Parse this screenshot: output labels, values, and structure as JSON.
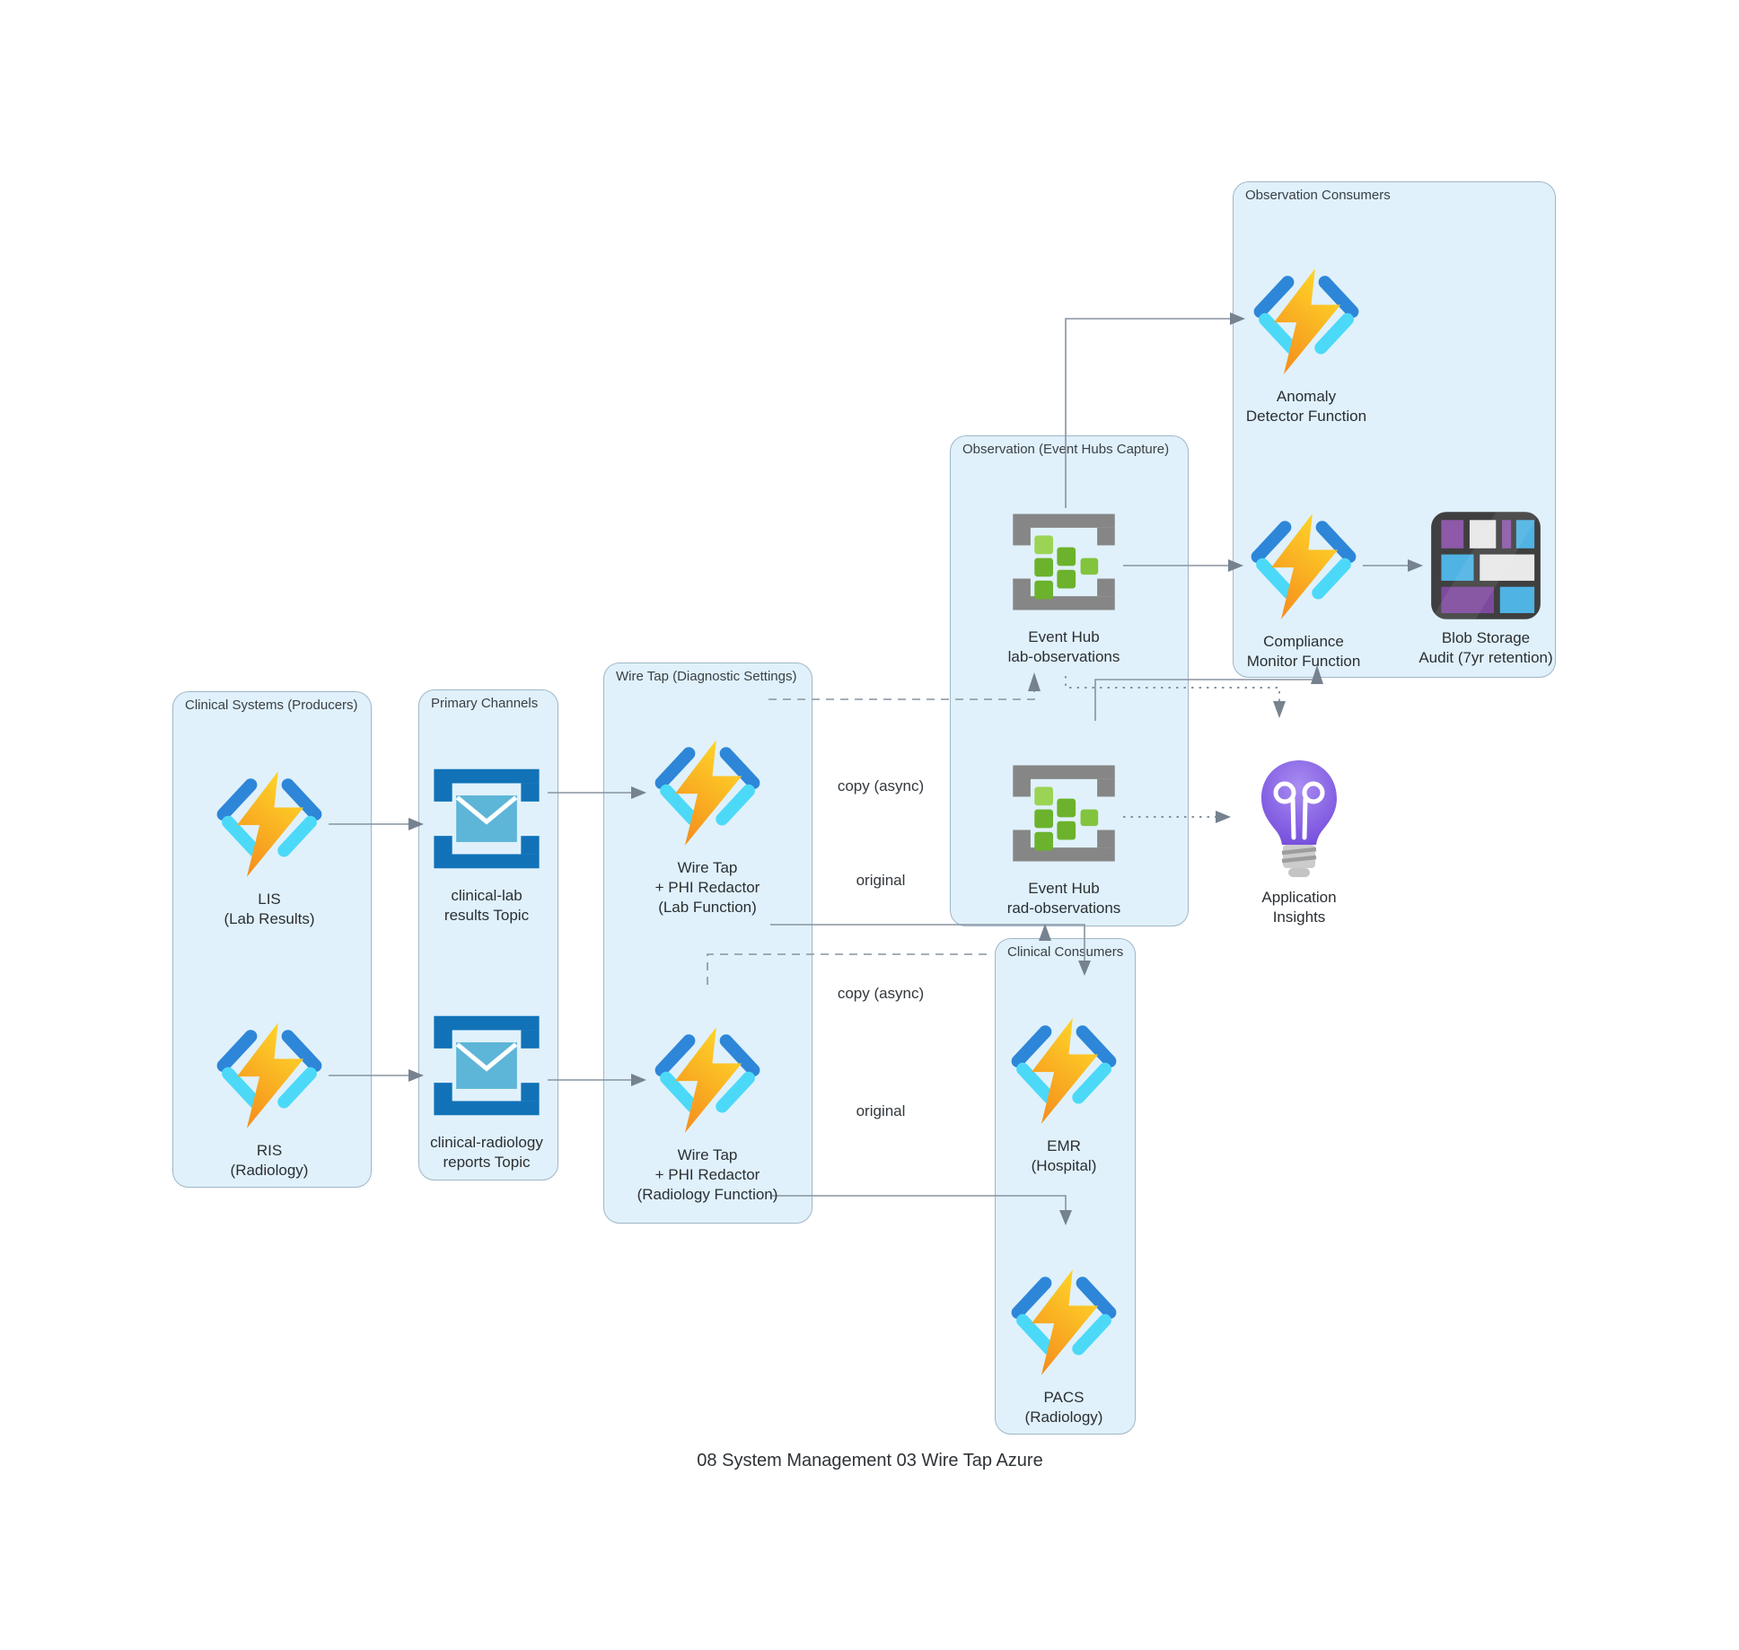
{
  "title": "08 System Management 03 Wire Tap Azure",
  "groups": {
    "clinical_systems": {
      "label": "Clinical Systems (Producers)"
    },
    "primary_channels": {
      "label": "Primary Channels"
    },
    "wire_tap": {
      "label": "Wire Tap (Diagnostic Settings)"
    },
    "observation": {
      "label": "Observation (Event Hubs Capture)"
    },
    "observation_consumers": {
      "label": "Observation Consumers"
    },
    "clinical_consumers": {
      "label": "Clinical Consumers"
    }
  },
  "nodes": {
    "lis": {
      "icon": "azure-function",
      "lines": [
        "LIS",
        "(Lab Results)"
      ]
    },
    "ris": {
      "icon": "azure-function",
      "lines": [
        "RIS",
        "(Radiology)"
      ]
    },
    "topic_lab": {
      "icon": "service-bus-topic",
      "lines": [
        "clinical-lab",
        "results Topic"
      ]
    },
    "topic_rad": {
      "icon": "service-bus-topic",
      "lines": [
        "clinical-radiology",
        "reports Topic"
      ]
    },
    "wiretap_lab": {
      "icon": "azure-function",
      "lines": [
        "Wire Tap",
        "+ PHI Redactor",
        "(Lab Function)"
      ]
    },
    "wiretap_rad": {
      "icon": "azure-function",
      "lines": [
        "Wire Tap",
        "+ PHI Redactor",
        "(Radiology Function)"
      ]
    },
    "eh_lab": {
      "icon": "event-hub",
      "lines": [
        "Event Hub",
        "lab-observations"
      ]
    },
    "eh_rad": {
      "icon": "event-hub",
      "lines": [
        "Event Hub",
        "rad-observations"
      ]
    },
    "anomaly": {
      "icon": "azure-function",
      "lines": [
        "Anomaly",
        "Detector Function"
      ]
    },
    "compliance": {
      "icon": "azure-function",
      "lines": [
        "Compliance",
        "Monitor Function"
      ]
    },
    "blob": {
      "icon": "blob-storage",
      "lines": [
        "Blob Storage",
        "Audit (7yr retention)"
      ]
    },
    "app_insights": {
      "icon": "application-insights",
      "lines": [
        "Application",
        "Insights"
      ]
    },
    "emr": {
      "icon": "azure-function",
      "lines": [
        "EMR",
        "(Hospital)"
      ]
    },
    "pacs": {
      "icon": "azure-function",
      "lines": [
        "PACS",
        "(Radiology)"
      ]
    }
  },
  "edge_labels": {
    "copy_async_lab": "copy (async)",
    "original_lab": "original",
    "copy_async_rad": "copy (async)",
    "original_rad": "original"
  },
  "colors": {
    "group_fill": "#e0f1fb",
    "group_border": "#a0b6c6",
    "connector": "#8793a1",
    "arrowhead": "#76828f",
    "function_blue": "#2e86d8",
    "function_cyan": "#4cd9f8",
    "bolt_yellow": "#ffd829",
    "bolt_orange": "#f58f1d",
    "topic_blue": "#1172b8",
    "envelope_blue": "#5db5d8",
    "eventhub_gray": "#868686",
    "eventhub_green_light": "#9bd455",
    "eventhub_green_dark": "#6cb22c",
    "blob_dark": "#3f3f3f",
    "blob_purple": "#8d59a8",
    "blob_blue": "#4fb3e4",
    "bulb_purple": "#7a52dd"
  }
}
